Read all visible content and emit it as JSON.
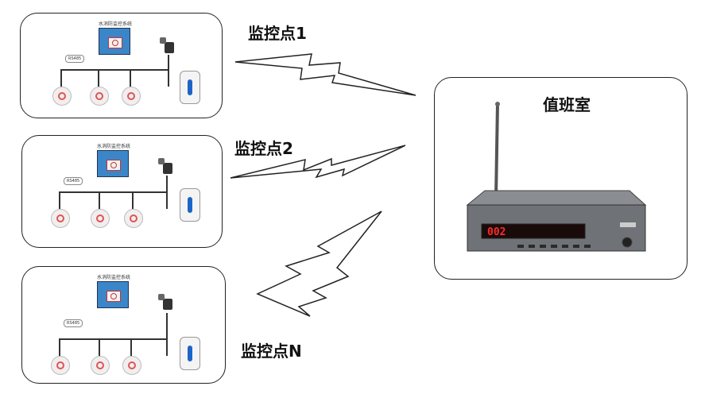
{
  "labels": {
    "point1": "监控点1",
    "point2": "监控点2",
    "pointN": "监控点N",
    "duty_room": "值班室"
  },
  "panel_title": "水消防监控系统",
  "bubble_text": "RS485",
  "receiver_display": "002"
}
